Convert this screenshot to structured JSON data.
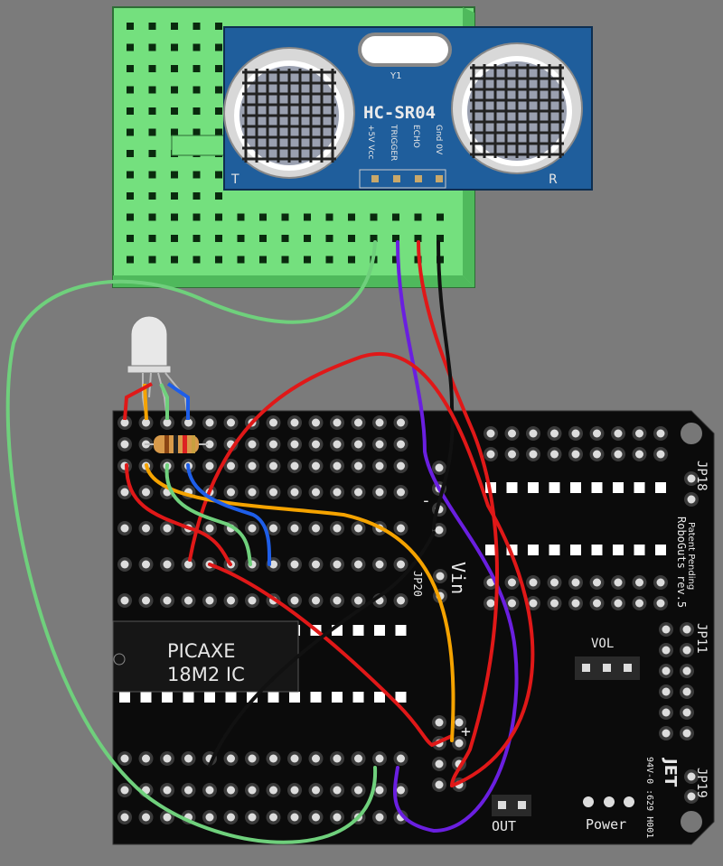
{
  "sensor": {
    "model": "HC-SR04",
    "crystal": "Y1",
    "transmitter": "T",
    "receiver": "R",
    "pins": [
      "+5V Vcc",
      "TRIGGER",
      "ECHO",
      "Gnd 0V"
    ]
  },
  "chip": {
    "line1": "PICAXE",
    "line2": "18M2 IC"
  },
  "board": {
    "patent": "Patent Pending",
    "name": "RoboGuts rev.5",
    "jp18": "JP18",
    "jp11": "JP11",
    "jp19": "JP19",
    "jp20": "JP20",
    "vin": "Vin",
    "vol": "VOL",
    "out": "OUT",
    "power": "Power",
    "jet": "JET",
    "rating": "94V-0 :629 H001",
    "minus": "-",
    "plus": "+"
  },
  "colors": {
    "background": "#7b7b7b",
    "breadboard": "#74e07e",
    "sensor_pcb": "#1f5e9c",
    "board": "#0b0b0b",
    "wire_green": "#6fd07c",
    "wire_red": "#e01818",
    "wire_purple": "#6a1fe0",
    "wire_black": "#111111",
    "wire_orange": "#f5a300",
    "wire_blue": "#1e5ee8"
  }
}
